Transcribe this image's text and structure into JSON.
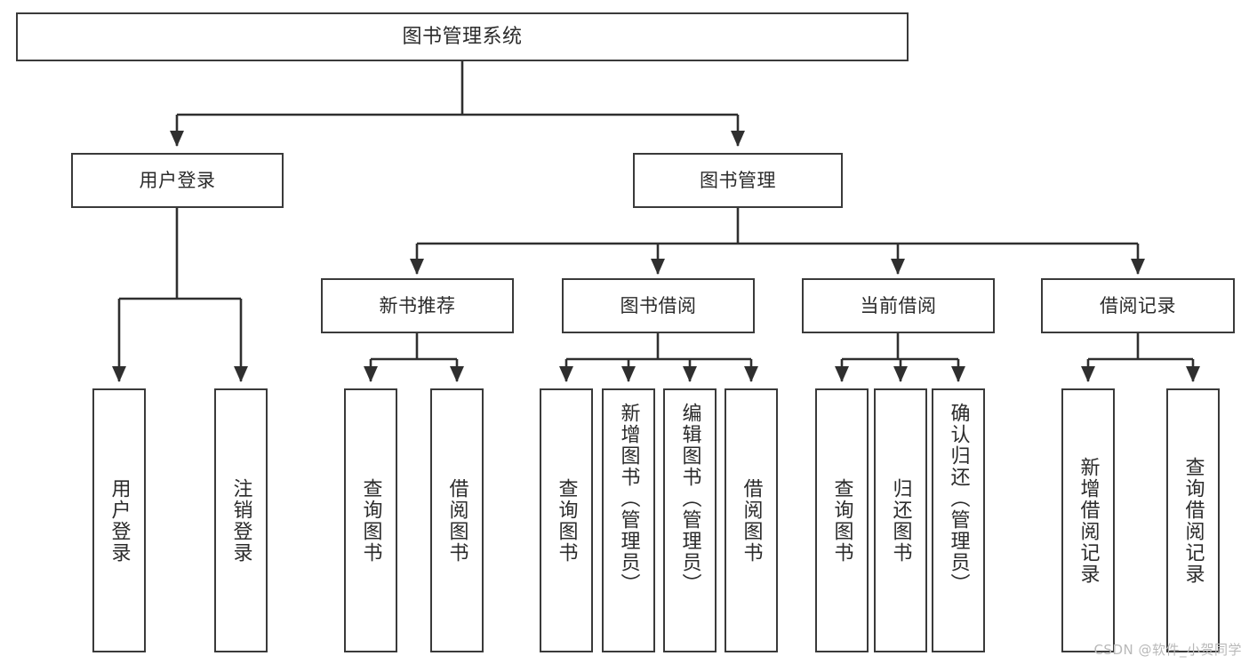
{
  "diagram": {
    "title": "图书管理系统",
    "type": "tree-structure-chart",
    "stroke_color": "#3a3a3a",
    "fill_color": "#ffffff",
    "text_color": "#2b2b2b",
    "watermark": "CSDN @软件_小贺同学"
  },
  "nodes": {
    "root": {
      "label": "图书管理系统"
    },
    "level1": [
      {
        "id": "user-login",
        "label": "用户登录"
      },
      {
        "id": "book-management",
        "label": "图书管理"
      }
    ],
    "level2": [
      {
        "id": "new-book-recommend",
        "label": "新书推荐"
      },
      {
        "id": "book-borrow",
        "label": "图书借阅"
      },
      {
        "id": "current-borrow",
        "label": "当前借阅"
      },
      {
        "id": "borrow-record",
        "label": "借阅记录"
      }
    ],
    "leaves": {
      "user_login": [
        {
          "id": "leaf-user-login",
          "label": "用户登录"
        },
        {
          "id": "leaf-logout-login",
          "label": "注销登录"
        }
      ],
      "new_book_recommend": [
        {
          "id": "leaf-query-book-1",
          "label": "查询图书"
        },
        {
          "id": "leaf-borrow-book-1",
          "label": "借阅图书"
        }
      ],
      "book_borrow": [
        {
          "id": "leaf-query-book-2",
          "label": "查询图书"
        },
        {
          "id": "leaf-add-book",
          "label": "新增图书（管理员）"
        },
        {
          "id": "leaf-edit-book",
          "label": "编辑图书（管理员）"
        },
        {
          "id": "leaf-borrow-book-2",
          "label": "借阅图书"
        }
      ],
      "current_borrow": [
        {
          "id": "leaf-query-book-3",
          "label": "查询图书"
        },
        {
          "id": "leaf-return-book",
          "label": "归还图书"
        },
        {
          "id": "leaf-confirm-return",
          "label": "确认归还（管理员）"
        }
      ],
      "borrow_record": [
        {
          "id": "leaf-add-record",
          "label": "新增借阅记录"
        },
        {
          "id": "leaf-query-record",
          "label": "查询借阅记录"
        }
      ]
    }
  },
  "chart_data": {
    "type": "tree",
    "title": "图书管理系统",
    "edges": [
      {
        "from": "图书管理系统",
        "to": "用户登录"
      },
      {
        "from": "图书管理系统",
        "to": "图书管理"
      },
      {
        "from": "用户登录",
        "to": "用户登录"
      },
      {
        "from": "用户登录",
        "to": "注销登录"
      },
      {
        "from": "图书管理",
        "to": "新书推荐"
      },
      {
        "from": "图书管理",
        "to": "图书借阅"
      },
      {
        "from": "图书管理",
        "to": "当前借阅"
      },
      {
        "from": "图书管理",
        "to": "借阅记录"
      },
      {
        "from": "新书推荐",
        "to": "查询图书"
      },
      {
        "from": "新书推荐",
        "to": "借阅图书"
      },
      {
        "from": "图书借阅",
        "to": "查询图书"
      },
      {
        "from": "图书借阅",
        "to": "新增图书（管理员）"
      },
      {
        "from": "图书借阅",
        "to": "编辑图书（管理员）"
      },
      {
        "from": "图书借阅",
        "to": "借阅图书"
      },
      {
        "from": "当前借阅",
        "to": "查询图书"
      },
      {
        "from": "当前借阅",
        "to": "归还图书"
      },
      {
        "from": "当前借阅",
        "to": "确认归还（管理员）"
      },
      {
        "from": "借阅记录",
        "to": "新增借阅记录"
      },
      {
        "from": "借阅记录",
        "to": "查询借阅记录"
      }
    ]
  }
}
